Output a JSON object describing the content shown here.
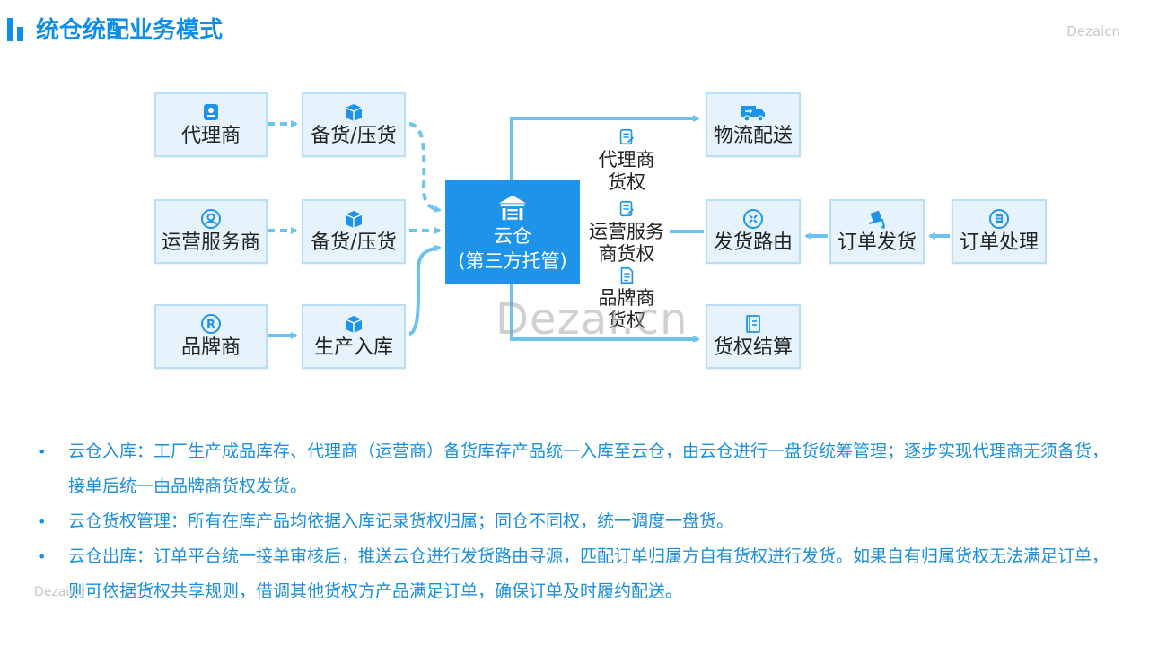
{
  "title": "统仓统配业务模式",
  "watermark_top": "Dezaicn",
  "watermark_center": "Dezai.cn",
  "watermark_bottom": "Dezaicn",
  "colors": {
    "accent": "#0e8ee8",
    "node_bg": "#e6f3fc",
    "node_border": "#b9def7",
    "line": "#6cc3f0",
    "hub": "#1d94ea"
  },
  "diagram": {
    "nodes": {
      "agent": {
        "label": "代理商",
        "icon": "agent-badge-icon"
      },
      "stock1": {
        "label": "备货/压货",
        "icon": "box-icon"
      },
      "service": {
        "label": "运营服务商",
        "icon": "person-badge-icon"
      },
      "stock2": {
        "label": "备货/压货",
        "icon": "box-icon"
      },
      "brand": {
        "label": "品牌商",
        "icon": "registered-icon"
      },
      "produce": {
        "label": "生产入库",
        "icon": "box-icon"
      },
      "logistics": {
        "label": "物流配送",
        "icon": "truck-icon"
      },
      "routing": {
        "label": "发货路由",
        "icon": "routing-icon"
      },
      "ship": {
        "label": "订单发货",
        "icon": "cart-icon"
      },
      "process": {
        "label": "订单处理",
        "icon": "order-icon"
      },
      "settle": {
        "label": "货权结算",
        "icon": "ledger-icon"
      }
    },
    "hub": {
      "line1": "云仓",
      "line2": "(第三方托管)",
      "icon": "warehouse-icon"
    },
    "rights": [
      {
        "line1": "代理商",
        "line2": "货权",
        "icon": "note-icon"
      },
      {
        "line1": "运营服务",
        "line2": "商货权",
        "icon": "note-icon"
      },
      {
        "line1": "品牌商",
        "line2": "货权",
        "icon": "document-icon"
      }
    ]
  },
  "bullets": [
    "云仓入库：工厂生产成品库存、代理商（运营商）备货库存产品统一入库至云仓，由云仓进行一盘货统筹管理；逐步实现代理商无须备货，接单后统一由品牌商货权发货。",
    "云仓货权管理：所有在库产品均依据入库记录货权归属；同仓不同权，统一调度一盘货。",
    "云仓出库：订单平台统一接单审核后，推送云仓进行发货路由寻源，匹配订单归属方自有货权进行发货。如果自有归属货权无法满足订单，则可依据货权共享规则，借调其他货权方产品满足订单，确保订单及时履约配送。"
  ]
}
